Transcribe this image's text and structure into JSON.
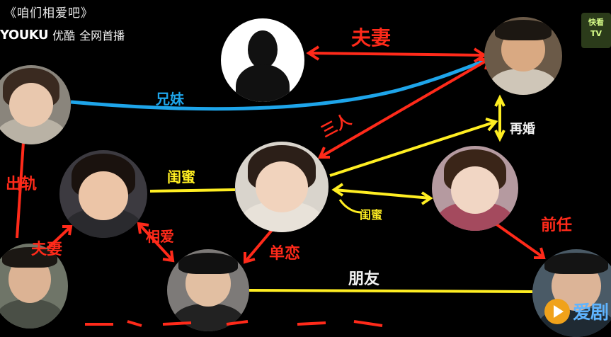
{
  "header": {
    "show_title": "《咱们相爱吧》",
    "platform_logo": "YOUKU",
    "platform_name": "优酷",
    "premiere_text": "全网首播"
  },
  "relations": {
    "husband_wife_top": "夫妻",
    "siblings": "兄妹",
    "affair": "出轨",
    "best_friend_left": "闺蜜",
    "best_friend_right": "闺蜜",
    "remarried": "再婚",
    "ex": "前任",
    "husband_wife_bottom": "夫妻",
    "in_love": "相爱",
    "unrequited_love": "单恋",
    "friends": "朋友",
    "third": "三人"
  },
  "watermark": {
    "corner_badge": "快看 TV",
    "site_name": "爱剧"
  },
  "colors": {
    "red": "#ff2a1a",
    "yellow": "#ffee22",
    "blue": "#1ea5ea"
  }
}
